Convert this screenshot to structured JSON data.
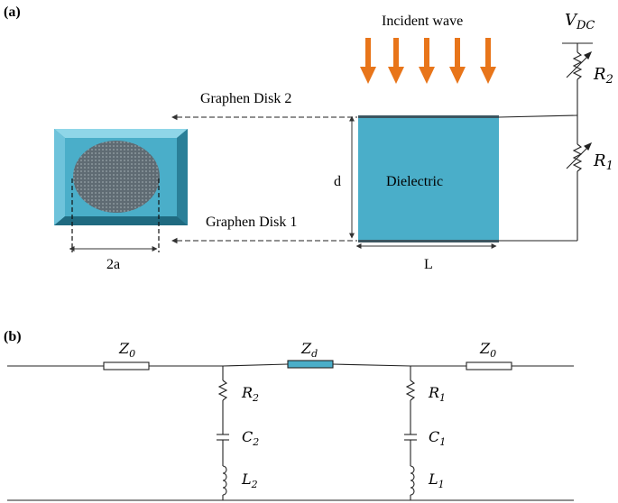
{
  "panel_a": {
    "label": "(a)",
    "incident_wave": "Incident wave",
    "graphen_disk_2": "Graphen Disk  2",
    "graphen_disk_1": "Graphen Disk  1",
    "dielectric": "Dielectric",
    "d": "d",
    "L": "L",
    "two_a": "2a",
    "vdc": {
      "main": "V",
      "sub": "DC"
    },
    "r2": {
      "main": "R",
      "sub": "2"
    },
    "r1": {
      "main": "R",
      "sub": "1"
    },
    "colors": {
      "dielectric": "#4aaec9",
      "arrow": "#e8751a"
    }
  },
  "panel_b": {
    "label": "(b)",
    "z0_left": {
      "main": "Z",
      "sub": "0"
    },
    "zd": {
      "main": "Z",
      "sub": "d"
    },
    "z0_right": {
      "main": "Z",
      "sub": "0"
    },
    "r2": {
      "main": "R",
      "sub": "2"
    },
    "c2": {
      "main": "C",
      "sub": "2"
    },
    "l2": {
      "main": "L",
      "sub": "2"
    },
    "r1": {
      "main": "R",
      "sub": "1"
    },
    "c1": {
      "main": "C",
      "sub": "1"
    },
    "l1": {
      "main": "L",
      "sub": "1"
    }
  }
}
